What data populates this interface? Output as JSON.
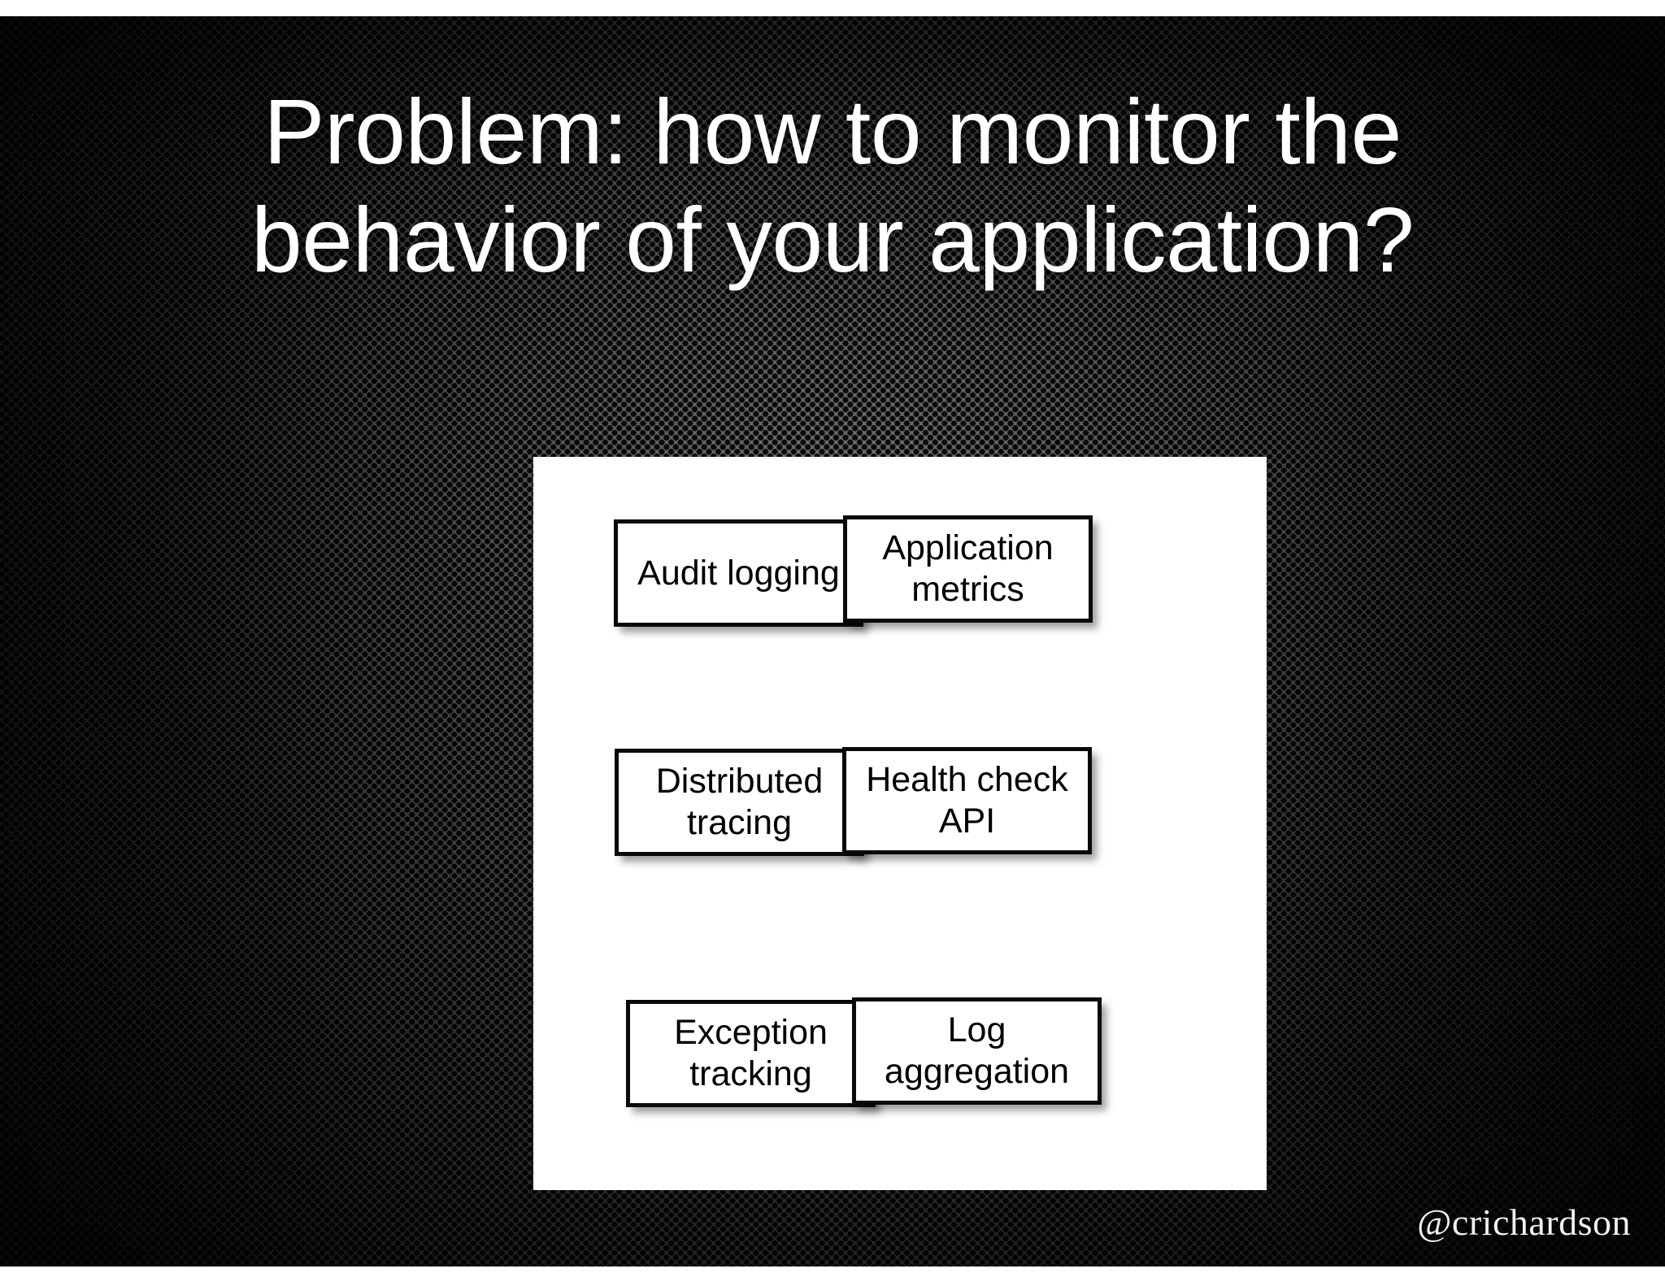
{
  "slide": {
    "title": "Problem: how to monitor the\nbehavior of your application?",
    "background": {
      "kind": "perforated-metal-texture",
      "base_color": "#15090c",
      "highlight_color": "#403f3e"
    },
    "panel": {
      "background_color": "#ffffff"
    },
    "boxes": [
      {
        "id": "audit-logging",
        "label": "Audit logging"
      },
      {
        "id": "application-metrics",
        "label": "Application\nmetrics"
      },
      {
        "id": "distributed-tracing",
        "label": "Distributed\ntracing"
      },
      {
        "id": "health-check-api",
        "label": "Health check\nAPI"
      },
      {
        "id": "exception-tracking",
        "label": "Exception\ntracking"
      },
      {
        "id": "log-aggregation",
        "label": "Log\naggregation"
      }
    ],
    "footer": {
      "handle": "@crichardson"
    },
    "colors": {
      "title_text": "#ffffff",
      "box_border": "#0a0a0a",
      "box_text": "#000000",
      "handle_text": "#f3eef0"
    }
  }
}
